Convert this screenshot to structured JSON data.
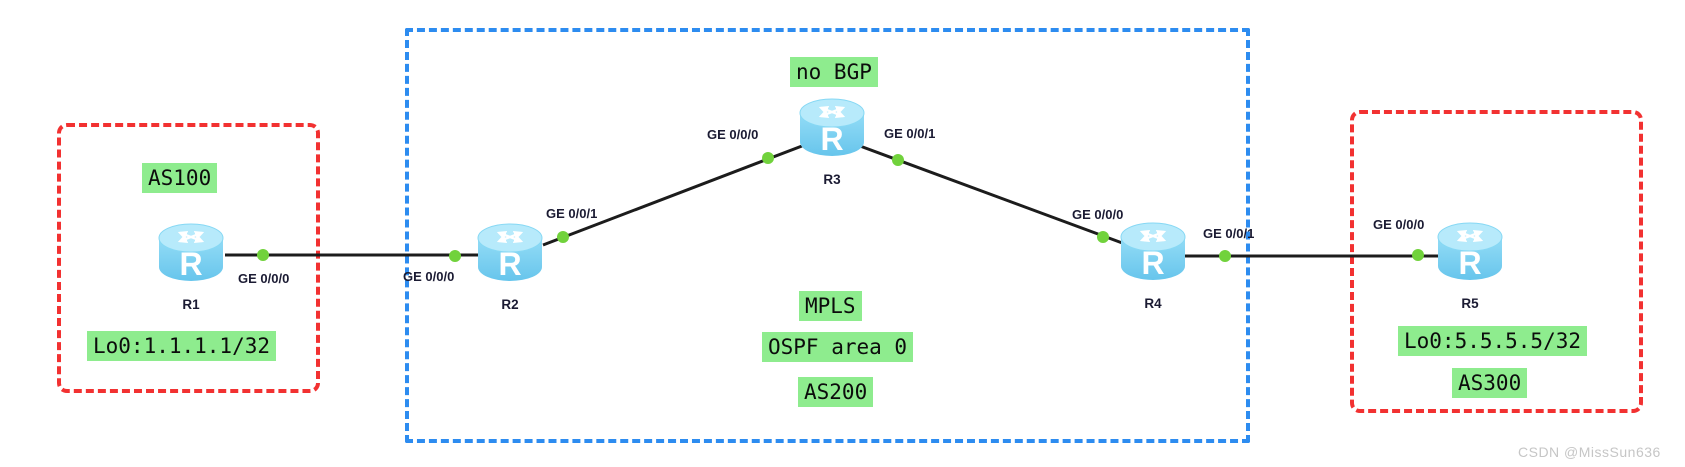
{
  "icon_letter": "R",
  "nodes": {
    "r1": {
      "name": "R1"
    },
    "r2": {
      "name": "R2"
    },
    "r3": {
      "name": "R3"
    },
    "r4": {
      "name": "R4"
    },
    "r5": {
      "name": "R5"
    }
  },
  "interfaces": {
    "r1_ge000": "GE 0/0/0",
    "r2_ge000": "GE 0/0/0",
    "r2_ge001": "GE 0/0/1",
    "r3_ge000": "GE 0/0/0",
    "r3_ge001": "GE 0/0/1",
    "r4_ge000": "GE 0/0/0",
    "r4_ge001": "GE 0/0/1",
    "r5_ge000": "GE 0/0/0"
  },
  "annotations": {
    "as100": "AS100",
    "r1_loopback": "Lo0:1.1.1.1/32",
    "no_bgp": "no BGP",
    "mpls": "MPLS",
    "ospf_area": "OSPF area 0",
    "as200": "AS200",
    "r5_loopback": "Lo0:5.5.5.5/32",
    "as300": "AS300"
  },
  "watermark": "CSDN @MissSun636",
  "colors": {
    "annotation_bg": "#8eec8e",
    "as_boundary_red": "#f23131",
    "transit_boundary_blue": "#2d8cf0",
    "link_line": "#1c1c1c",
    "port_up_dot": "#71d23c",
    "router_body": "#7dd2f2",
    "router_top": "#b7eafb",
    "label_text": "#1b1b33"
  }
}
